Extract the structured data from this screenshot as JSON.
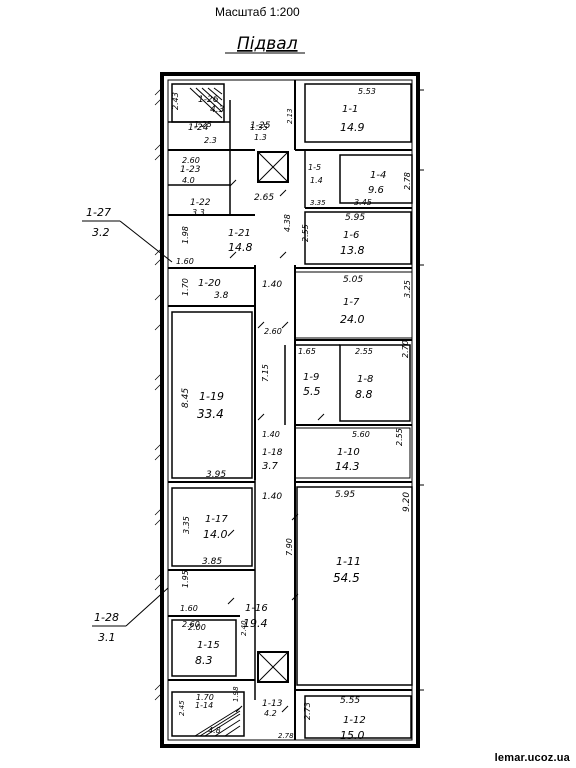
{
  "header": {
    "scale": "Масштаб 1:200",
    "floor": "Підвал"
  },
  "watermark": "lemar.ucoz.ua",
  "rooms": [
    {
      "id": "1-1",
      "area": "14.9"
    },
    {
      "id": "1-4",
      "area": "9.6"
    },
    {
      "id": "1-5",
      "area": "1.4"
    },
    {
      "id": "1-6",
      "area": "13.8"
    },
    {
      "id": "1-7",
      "area": "24.0"
    },
    {
      "id": "1-8",
      "area": "8.8"
    },
    {
      "id": "1-9",
      "area": "5.5"
    },
    {
      "id": "1-10",
      "area": "14.3"
    },
    {
      "id": "1-11",
      "area": "54.5"
    },
    {
      "id": "1-12",
      "area": "15.0"
    },
    {
      "id": "1-13",
      "area": "4.2"
    },
    {
      "id": "1-14",
      "area": "4.8"
    },
    {
      "id": "1-15",
      "area": "8.3"
    },
    {
      "id": "1-16",
      "area": "19.4"
    },
    {
      "id": "1-17",
      "area": "14.0"
    },
    {
      "id": "1-18",
      "area": "3.7"
    },
    {
      "id": "1-19",
      "area": "33.4"
    },
    {
      "id": "1-20",
      "area": "3.8"
    },
    {
      "id": "1-21",
      "area": "14.8"
    },
    {
      "id": "1-22",
      "area": "3.3"
    },
    {
      "id": "1-23",
      "area": "4.0"
    },
    {
      "id": "1-24",
      "area": "2.3"
    },
    {
      "id": "1-25",
      "area": "1.3"
    },
    {
      "id": "1-26",
      "area": "4.3"
    }
  ],
  "callouts": [
    {
      "id": "1-27",
      "area": "3.2"
    },
    {
      "id": "1-28",
      "area": "3.1"
    }
  ],
  "dims": [
    "5.53",
    "5.95",
    "5.05",
    "2.65",
    "3.45",
    "2.55",
    "5.60",
    "5.95",
    "9.20",
    "5.55",
    "3.25",
    "2.78",
    "8.45",
    "3.95",
    "3.35",
    "3.85",
    "1.40",
    "2.60",
    "1.40",
    "2.00",
    "2.60",
    "1.70",
    "1.98",
    "1.60",
    "2.60",
    "1.95",
    "1.60",
    "7.90",
    "2.40",
    "4.38",
    "2.55",
    "2.73",
    "1.35",
    "1.25",
    "1.65",
    "3.35",
    "2.55",
    "2.70",
    "1.40",
    "2.43",
    "7.15",
    "1.70",
    "2.45",
    "2.13",
    "1.98",
    "2.78"
  ]
}
